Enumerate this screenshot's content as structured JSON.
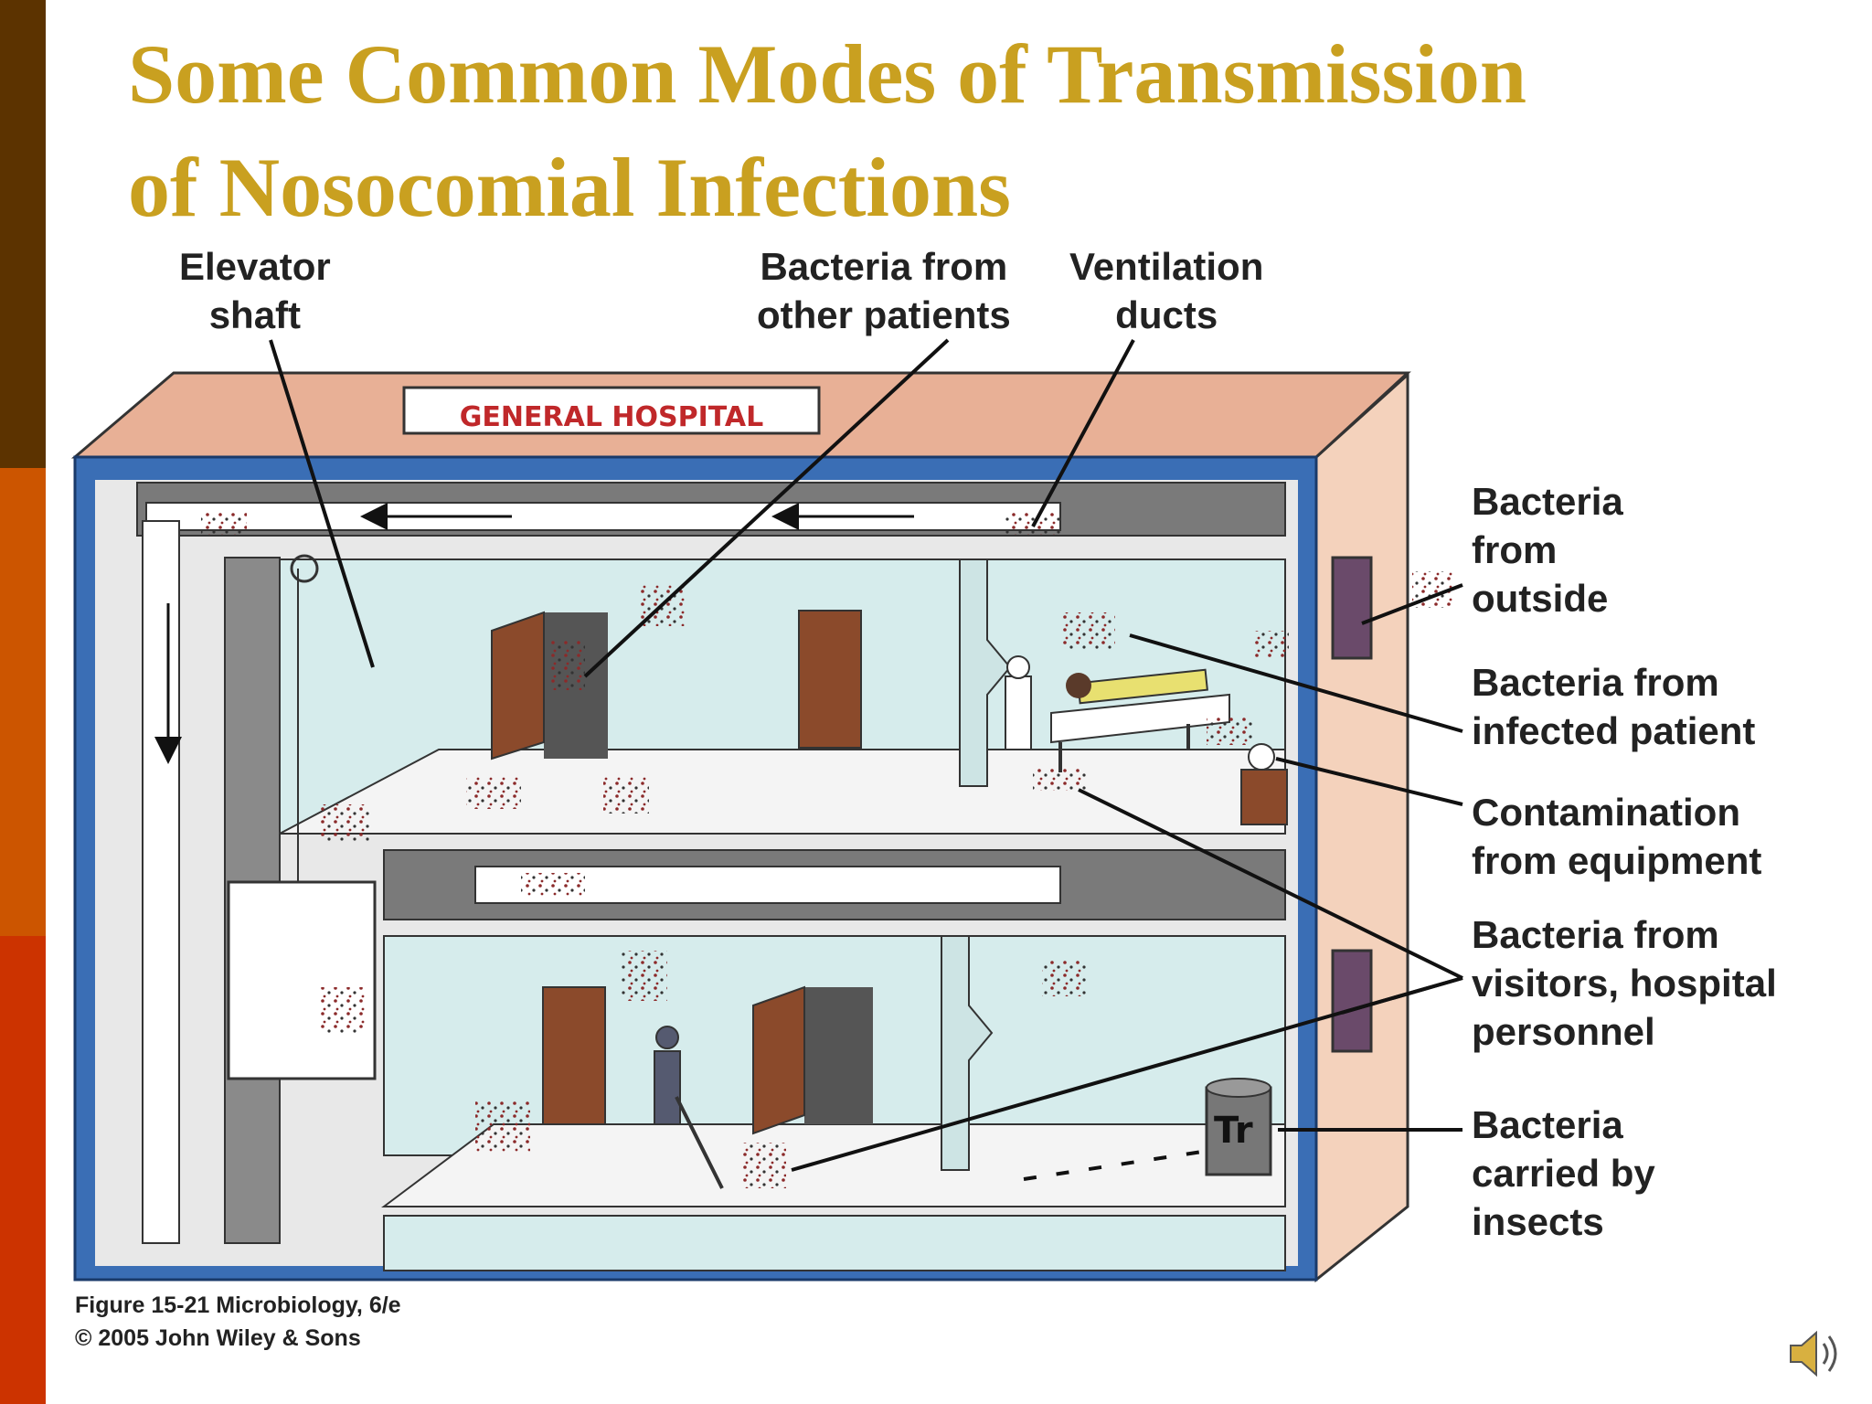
{
  "title": {
    "line1": "Some Common Modes of Transmission",
    "line2": "of Nosocomial Infections"
  },
  "sign": "GENERAL HOSPITAL",
  "labels": {
    "elevator_shaft": [
      "Elevator",
      "shaft"
    ],
    "bacteria_other_patients": [
      "Bacteria from",
      "other patients"
    ],
    "ventilation_ducts": [
      "Ventilation",
      "ducts"
    ],
    "bacteria_outside": [
      "Bacteria",
      "from",
      "outside"
    ],
    "bacteria_infected_patient": [
      "Bacteria from",
      "infected patient"
    ],
    "contamination_equipment": [
      "Contamination",
      "from equipment"
    ],
    "bacteria_visitors": [
      "Bacteria from",
      "visitors, hospital",
      "personnel"
    ],
    "bacteria_insects": [
      "Bacteria",
      "carried by",
      "insects"
    ]
  },
  "caption": {
    "line1": "Figure 15-21  Microbiology, 6/e",
    "line2": "© 2005 John Wiley & Sons"
  },
  "bin_text": "Tr",
  "icons": [
    "speaker-icon"
  ],
  "colors": {
    "title": "#c9a020",
    "stripe_top": "#5c3300",
    "stripe_mid": "#cc5500",
    "stripe_bottom": "#cc3300",
    "building_frame": "#3a6eb5",
    "roof": "#e8b096",
    "room_wall": "#d6ecec",
    "door": "#8b4a2b",
    "sign_text": "#c0282a"
  }
}
